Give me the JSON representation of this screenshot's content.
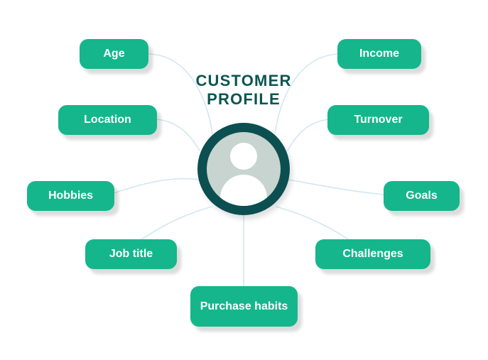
{
  "title": {
    "line1": "CUSTOMER",
    "line2": "PROFILE"
  },
  "center": {
    "icon": "person-icon"
  },
  "nodes": [
    {
      "id": "age",
      "label": "Age"
    },
    {
      "id": "income",
      "label": "Income"
    },
    {
      "id": "location",
      "label": "Location"
    },
    {
      "id": "turnover",
      "label": "Turnover"
    },
    {
      "id": "hobbies",
      "label": "Hobbies"
    },
    {
      "id": "goals",
      "label": "Goals"
    },
    {
      "id": "job-title",
      "label": "Job title"
    },
    {
      "id": "challenges",
      "label": "Challenges"
    },
    {
      "id": "purchase-habits",
      "label": "Purchase habits"
    }
  ],
  "colors": {
    "node_green": "#15b68c",
    "ring_teal": "#0c4f50",
    "title_teal": "#0a5551",
    "connector_blue": "#d2e7f0",
    "inner_circle": "#c7d4cf"
  }
}
